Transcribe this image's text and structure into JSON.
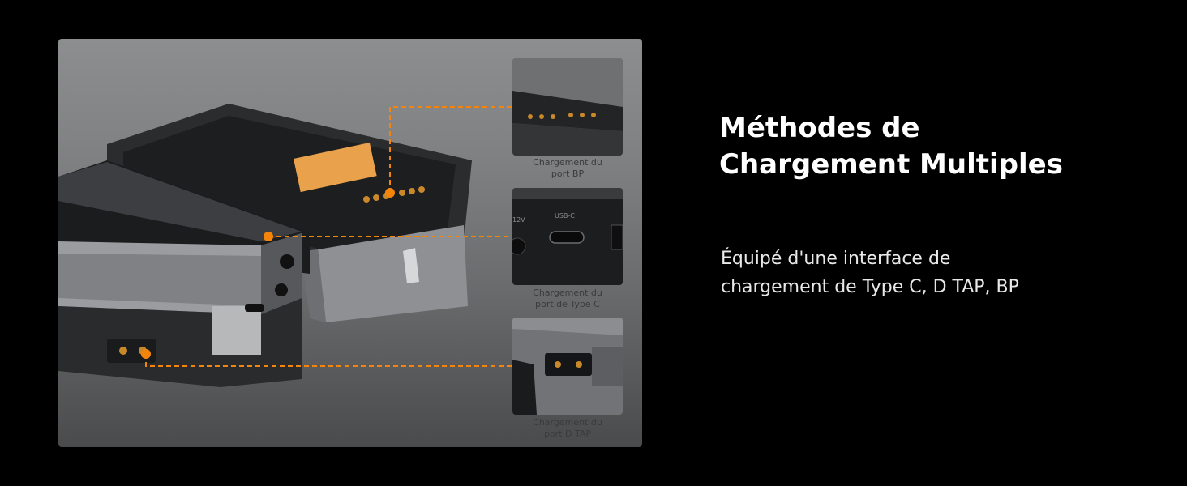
{
  "headline": {
    "line1": "Méthodes de",
    "line2": "Chargement Multiples"
  },
  "description": {
    "line1": "Équipé d'une interface de",
    "line2": "chargement de Type C, D TAP, BP"
  },
  "callouts": [
    {
      "id": "bp",
      "line1": "Chargement du",
      "line2": "port BP"
    },
    {
      "id": "typec",
      "line1": "Chargement du",
      "line2": "port de Type C"
    },
    {
      "id": "dtap",
      "line1": "Chargement du",
      "line2": "port D TAP"
    }
  ],
  "port_labels": {
    "usb_c": "USB-C",
    "twelve_v": "12V"
  },
  "colors": {
    "background": "#000000",
    "accent": "#f5850a",
    "headline": "#ffffff",
    "body_text": "#e8e8e8"
  }
}
